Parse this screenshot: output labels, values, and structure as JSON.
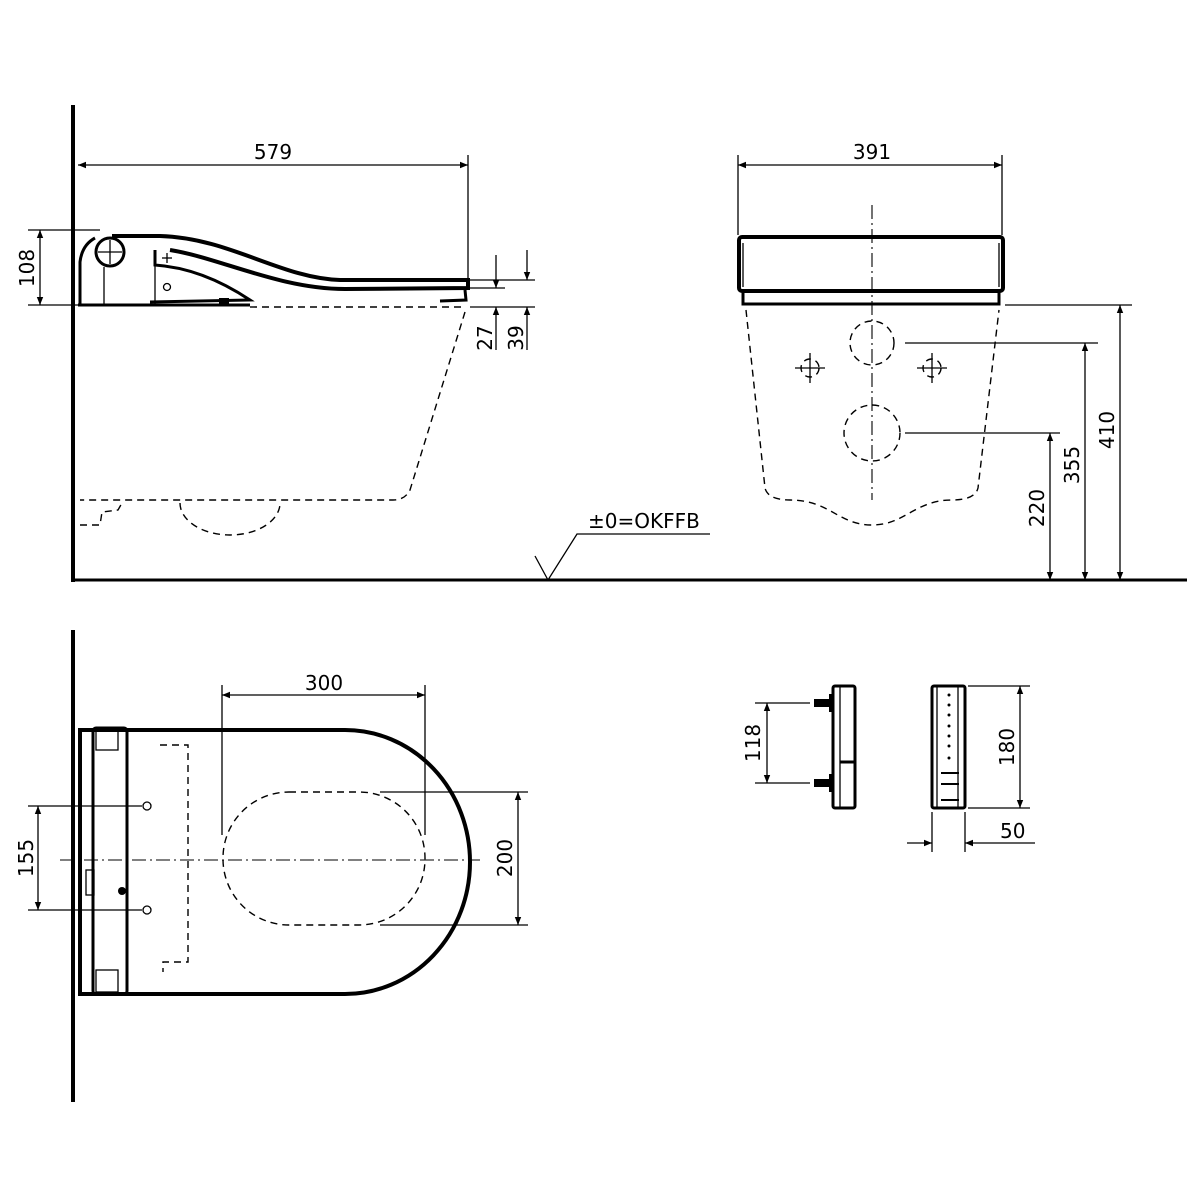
{
  "drawing": {
    "side_view": {
      "width_label": "579",
      "height_label": "108",
      "seat_gap_label": "27",
      "seat_total_label": "39"
    },
    "front_view": {
      "width_label": "391",
      "seat_height_label": "410",
      "upper_connection_label": "355",
      "drain_height_label": "220"
    },
    "floor_reference_label": "±0=OKFFB",
    "plan_view": {
      "opening_length_label": "300",
      "fixing_distance_label": "155",
      "opening_width_label": "200"
    },
    "remote_control": {
      "fixing_distance_label": "118",
      "height_label": "180",
      "width_label": "50"
    },
    "line_color": "#000000",
    "background_color": "#ffffff"
  }
}
